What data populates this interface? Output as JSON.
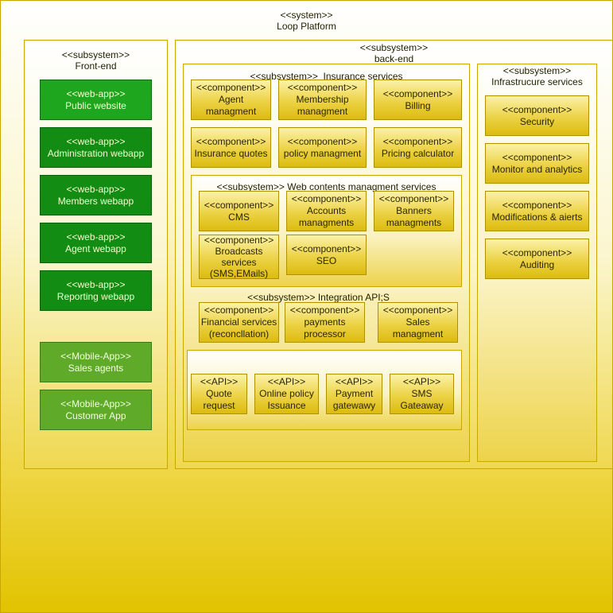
{
  "system": {
    "stereotype": "<<system>>",
    "name": "Loop Platform"
  },
  "frontend": {
    "stereotype": "<<subsystem>>",
    "name": "Front-end",
    "webapps": [
      {
        "stereotype": "<<web-app>>",
        "name": "Public website"
      },
      {
        "stereotype": "<<web-app>>",
        "name": "Administration webapp"
      },
      {
        "stereotype": "<<web-app>>",
        "name": "Members webapp"
      },
      {
        "stereotype": "<<web-app>>",
        "name": "Agent webapp"
      },
      {
        "stereotype": "<<web-app>>",
        "name": "Reporting webapp"
      }
    ],
    "mobileapps": [
      {
        "stereotype": "<<Mobile-App>>",
        "name": "Sales agents"
      },
      {
        "stereotype": "<<Mobile-App>>",
        "name": "Customer App"
      }
    ]
  },
  "backend": {
    "stereotype": "<<subsystem>>",
    "name": "back-end",
    "insurance": {
      "title": "<<subsystem>>  Insurance services",
      "components": [
        {
          "stereotype": "<<component>>",
          "line1": "Agent",
          "line2": "managment"
        },
        {
          "stereotype": "<<component>>",
          "line1": "Membership",
          "line2": "managment"
        },
        {
          "stereotype": "<<component>>",
          "line1": "Billing",
          "line2": ""
        },
        {
          "stereotype": "<<component>>",
          "line1": "Insurance quotes",
          "line2": ""
        },
        {
          "stereotype": "<<component>>",
          "line1": "policy managment",
          "line2": ""
        },
        {
          "stereotype": "<<component>>",
          "line1": "Pricing calculator",
          "line2": ""
        }
      ],
      "web_contents": {
        "title": "<<subsystem>> Web contents managment services",
        "components": [
          {
            "stereotype": "<<component>>",
            "line1": "CMS",
            "line2": "",
            "line3": ""
          },
          {
            "stereotype": "<<component>>",
            "line1": "Accounts",
            "line2": "managments",
            "line3": ""
          },
          {
            "stereotype": "<<component>>",
            "line1": "Banners",
            "line2": "managments",
            "line3": ""
          },
          {
            "stereotype": "<<component>>",
            "line1": "Broadcasts",
            "line2": "services",
            "line3": "(SMS,EMails)"
          },
          {
            "stereotype": "<<component>>",
            "line1": "SEO",
            "line2": "",
            "line3": ""
          }
        ]
      },
      "integration": {
        "title": "<<subsystem>> Integration API;S",
        "components": [
          {
            "stereotype": "<<component>>",
            "line1": "Financial services",
            "line2": "(reconcllation)"
          },
          {
            "stereotype": "<<component>>",
            "line1": "payments",
            "line2": "processor"
          },
          {
            "stereotype": "<<component>>",
            "line1": "Sales",
            "line2": "managment"
          }
        ],
        "apis": [
          {
            "stereotype": "<<API>>",
            "line1": "Quote",
            "line2": "request"
          },
          {
            "stereotype": "<<API>>",
            "line1": "Online policy",
            "line2": "Issuance"
          },
          {
            "stereotype": "<<API>>",
            "line1": "Payment",
            "line2": "gatewawy"
          },
          {
            "stereotype": "<<API>>",
            "line1": "SMS",
            "line2": "Gateaway"
          }
        ]
      }
    },
    "infrastructure": {
      "stereotype": "<<subsystem>>",
      "name": "Infrastrucure services",
      "components": [
        {
          "stereotype": "<<component>>",
          "name": "Security"
        },
        {
          "stereotype": "<<component>>",
          "name": "Monitor and analytics"
        },
        {
          "stereotype": "<<component>>",
          "name": "Modifications & aierts"
        },
        {
          "stereotype": "<<component>>",
          "name": "Auditing"
        }
      ]
    }
  }
}
